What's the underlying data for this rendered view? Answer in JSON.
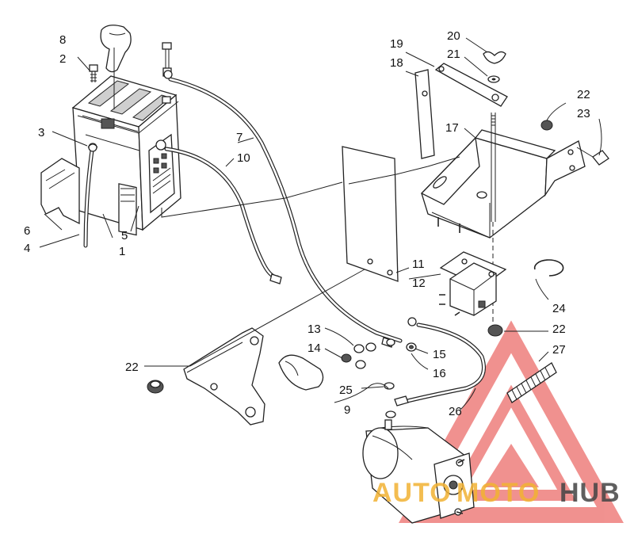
{
  "diagram": {
    "callouts": [
      "1",
      "2",
      "3",
      "4",
      "5",
      "6",
      "7",
      "8",
      "9",
      "10",
      "11",
      "12",
      "13",
      "14",
      "15",
      "16",
      "17",
      "18",
      "19",
      "20",
      "21",
      "22",
      "23",
      "24",
      "25",
      "26",
      "27"
    ],
    "labels": {
      "l1": "1",
      "l2": "2",
      "l3": "3",
      "l4": "4",
      "l5": "5",
      "l6": "6",
      "l7": "7",
      "l8": "8",
      "l9": "9",
      "l10": "10",
      "l11": "11",
      "l12": "12",
      "l13": "13",
      "l14": "14",
      "l15": "15",
      "l16": "16",
      "l17": "17",
      "l18": "18",
      "l19": "19",
      "l20": "20",
      "l21": "21",
      "l22a": "22",
      "l22b": "22",
      "l22c": "22",
      "l23": "23",
      "l24": "24",
      "l25": "25",
      "l26": "26",
      "l27": "27"
    }
  },
  "watermark": {
    "word_part1": "AUTO",
    "word_part2": "MOTO",
    "word_part3": "HUB",
    "color_primary": "#e53935",
    "color_accent": "#f2b233",
    "color_dark": "#444444"
  }
}
